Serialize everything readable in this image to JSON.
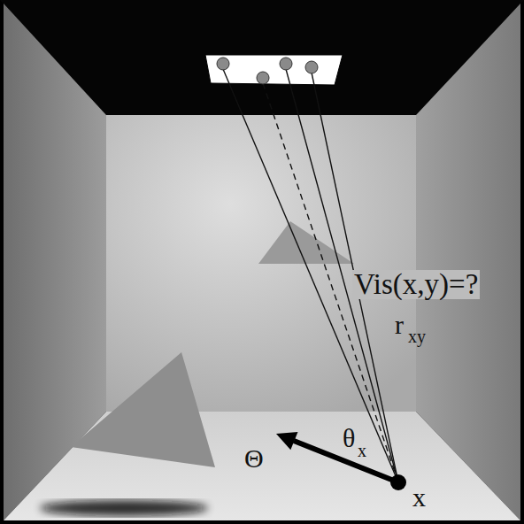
{
  "diagram": {
    "labels": [
      "Vis(x,y)=?",
      "r",
      "xy",
      "Θ",
      "θ",
      "x",
      "x"
    ]
  }
}
